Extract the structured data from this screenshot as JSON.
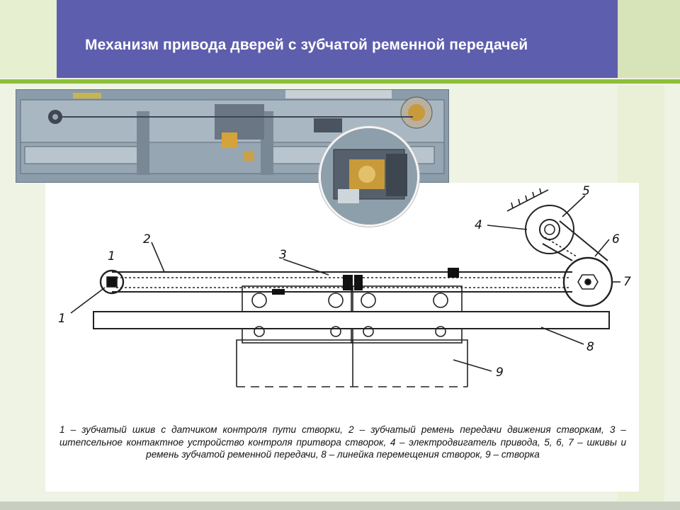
{
  "slide": {
    "title": "Механизм привода дверей с зубчатой ременной передачей"
  },
  "diagram": {
    "labels": {
      "l1_top": "1",
      "l1_side": "1",
      "l2": "2",
      "l3": "3",
      "l4": "4",
      "l5": "5",
      "l6": "6",
      "l7": "7",
      "l8": "8",
      "l9": "9"
    },
    "caption": "1 – зубчатый шкив с датчиком контроля пути створки, 2 – зубчатый ремень передачи движения створкам, 3 – штепсельное контактное устройство контроля притвора створок, 4 – электродвигатель привода, 5, 6, 7 – шкивы и ремень зубчатой ременной передачи, 8 – линейка перемещения створок, 9 – створка"
  },
  "colors": {
    "header": "#5e5eae",
    "accent_rule": "#8cbf3a",
    "title_text": "#ffffff"
  }
}
